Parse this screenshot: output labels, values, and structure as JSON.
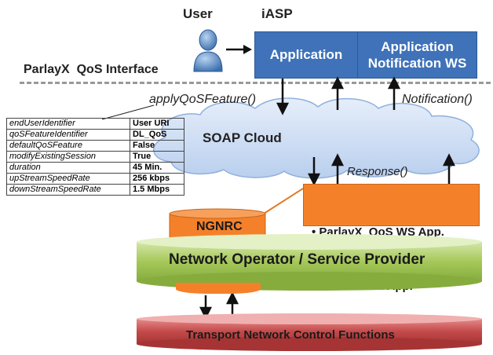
{
  "actors": {
    "user_label": "User",
    "iasp_label": "iASP"
  },
  "iasp": {
    "application": "Application",
    "notification_ws": [
      "Application",
      "Notification WS"
    ]
  },
  "interface_label": "ParlayX  QoS Interface",
  "messages": {
    "apply": "applyQoSFeature()",
    "notification": "Notification()",
    "response": "Response()"
  },
  "cloud_label": "SOAP Cloud",
  "params": [
    {
      "key": "endUserIdentifier",
      "value": "User URI"
    },
    {
      "key": "qoSFeatureIdentifier",
      "value": "DL_QoS"
    },
    {
      "key": "defaultQoSFeature",
      "value": "False"
    },
    {
      "key": "modifyExistingSession",
      "value": "True"
    },
    {
      "key": "duration",
      "value": "45 Min."
    },
    {
      "key": "upStreamSpeedRate",
      "value": "256 kbps"
    },
    {
      "key": "downStreamSpeedRate",
      "value": "1.5 Mbps"
    }
  ],
  "apps": [
    "ParlayX  QoS WS App.",
    "Notification App."
  ],
  "ngnrc_label": "NGNRC",
  "network_label": "Network Operator / Service Provider",
  "transport_label": "Transport Network Control Functions",
  "colors": {
    "app_blue": "#3f72b8",
    "orange": "#f4812a",
    "green": "#a6c85a",
    "red": "#c44a4a",
    "cloud": "#cfe0f5"
  }
}
